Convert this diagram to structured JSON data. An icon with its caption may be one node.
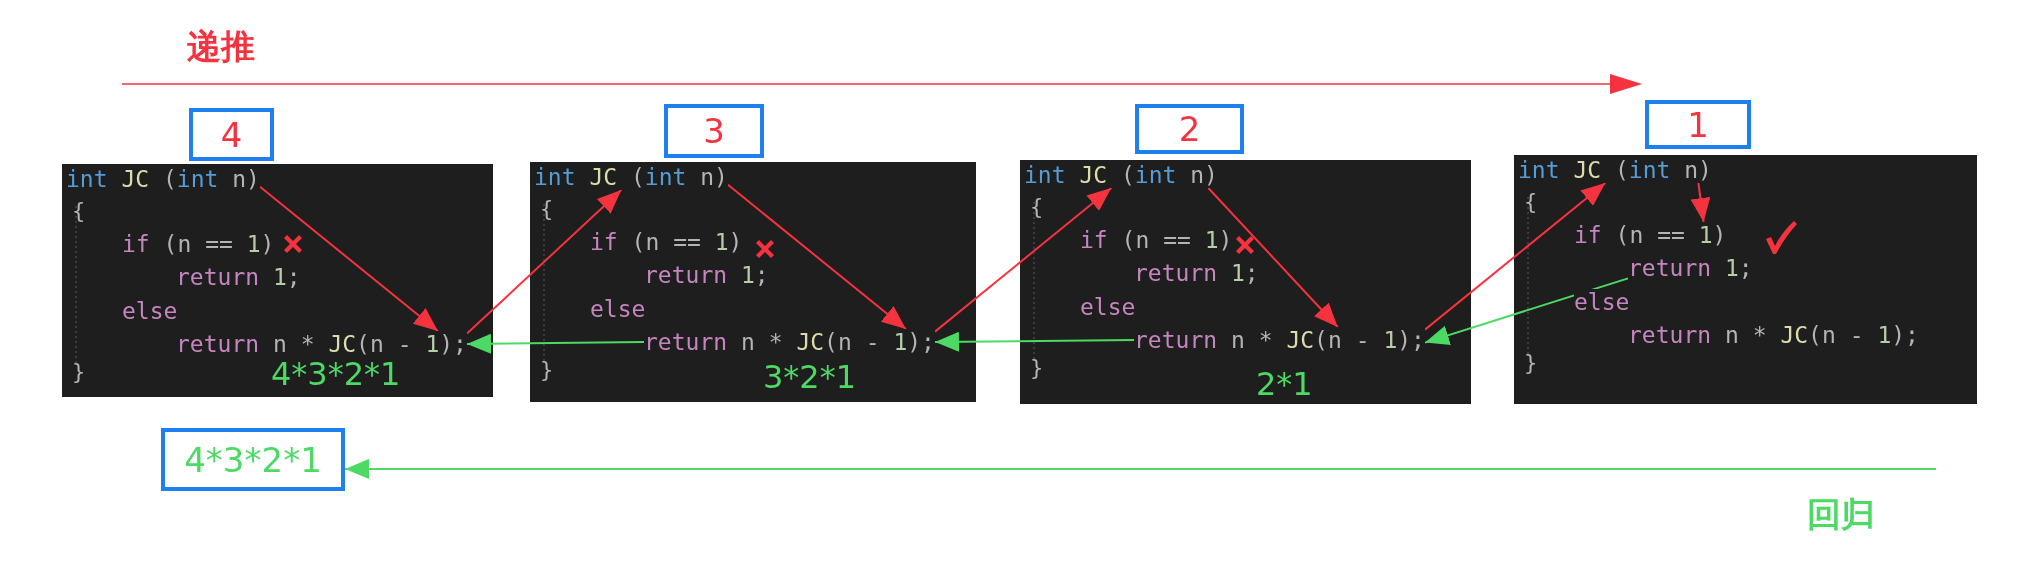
{
  "diagram": {
    "nodes": [
      {
        "text": [
          "4"
        ]
      },
      {
        "text": [
          "3"
        ]
      },
      {
        "text": [
          "2"
        ]
      },
      {
        "text": [
          "1"
        ]
      },
      {
        "text": [
          "{",
          "}"
        ]
      },
      {
        "text": [
          "int JC (int n)"
        ],
        "in": 4
      },
      {
        "text": [
          "if (n == 1)"
        ],
        "in": 4
      },
      {
        "text": [
          "return 1;"
        ],
        "in": 4
      },
      {
        "text": [
          "else"
        ],
        "in": 4
      },
      {
        "text": [
          "return n * JC(n - 1);"
        ],
        "in": 4,
        "beside": [
          "4*3*2*1"
        ]
      },
      {
        "text": [
          "{",
          "}"
        ]
      },
      {
        "text": [
          "int JC (int n)"
        ],
        "in": 10
      },
      {
        "text": [
          "if (n == 1)"
        ],
        "in": 10
      },
      {
        "text": [
          "return 1;"
        ],
        "in": 10
      },
      {
        "text": [
          "else"
        ],
        "in": 10
      },
      {
        "text": [
          "return n * JC(n - 1);"
        ],
        "in": 10,
        "beside": [
          "3*2*1"
        ]
      },
      {
        "text": [
          "{",
          "}"
        ]
      },
      {
        "text": [
          "int JC (int n)"
        ],
        "in": 16
      },
      {
        "text": [
          "if (n == 1)"
        ],
        "in": 16
      },
      {
        "text": [
          "return 1;"
        ],
        "in": 16
      },
      {
        "text": [
          "else"
        ],
        "in": 16
      },
      {
        "text": [
          "return n * JC(n - 1);"
        ],
        "in": 16,
        "beside": [
          "2*1"
        ]
      },
      {
        "text": [
          "{",
          "}"
        ]
      },
      {
        "text": [
          "int JC (int n)"
        ],
        "in": 22
      },
      {
        "text": [
          "if (n == 1)"
        ],
        "in": 22
      },
      {
        "text": [
          "return 1;"
        ],
        "in": 22
      },
      {
        "text": [
          "else"
        ],
        "in": 22
      },
      {
        "text": [
          "return n * JC(n - 1);"
        ],
        "in": 22
      },
      {
        "text": [
          "4*3*2*1"
        ]
      }
    ],
    "edges": [
      {
        "from": 5,
        "to": 9,
        "arrow": "to"
      },
      {
        "from": 9,
        "to": 11,
        "arrow": "to"
      },
      {
        "from": 11,
        "to": 15,
        "arrow": "to"
      },
      {
        "from": 15,
        "to": 17,
        "arrow": "to"
      },
      {
        "from": 17,
        "to": 21,
        "arrow": "to"
      },
      {
        "from": 21,
        "to": 23,
        "arrow": "to"
      },
      {
        "from": 23,
        "to": 24,
        "arrow": "to"
      },
      {
        "from": 25,
        "to": 21,
        "arrow": "to",
        "color": "#4cd964"
      },
      {
        "from": 21,
        "to": 15,
        "arrow": "to",
        "color": "#4cd964"
      },
      {
        "from": 15,
        "to": 9,
        "arrow": "to",
        "color": "#4cd964"
      },
      {
        "from": null,
        "to": 28,
        "arrow": "to",
        "color": "#4cd964"
      }
    ],
    "labels": [
      "递推",
      "回归"
    ]
  }
}
